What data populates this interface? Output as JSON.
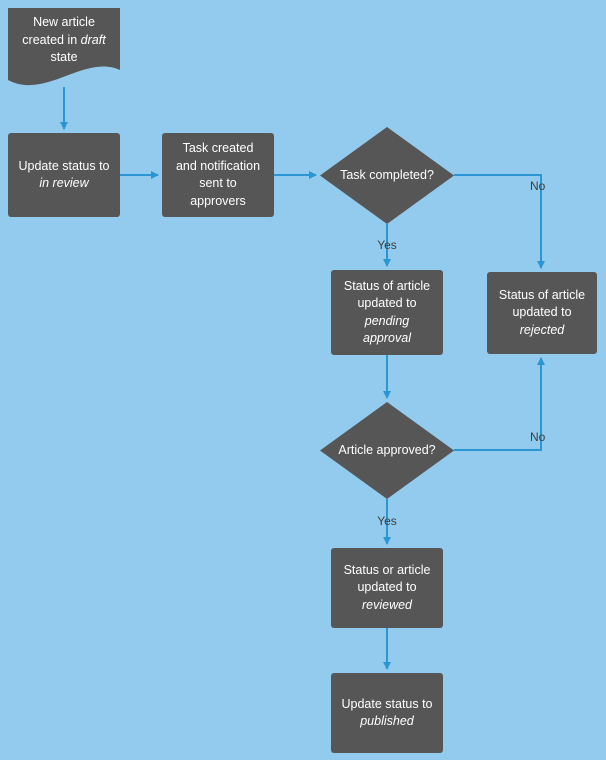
{
  "colors": {
    "background": "#92CBEE",
    "node_fill": "#565656",
    "node_text": "#FFFFFF",
    "arrow": "#2A96D4",
    "label_text": "#3D3D3D"
  },
  "diagram_type": "flowchart",
  "nodes": {
    "draft": {
      "shape": "document",
      "segments": [
        {
          "t": "New article"
        },
        {
          "br": true
        },
        {
          "t": "created in "
        },
        {
          "t": "draft",
          "i": true
        },
        {
          "br": true
        },
        {
          "t": "state"
        }
      ]
    },
    "in_review": {
      "shape": "rect",
      "segments": [
        {
          "t": "Update status to"
        },
        {
          "br": true
        },
        {
          "t": "in review",
          "i": true
        }
      ]
    },
    "task_created": {
      "shape": "rect",
      "segments": [
        {
          "t": "Task created"
        },
        {
          "br": true
        },
        {
          "t": "and notification"
        },
        {
          "br": true
        },
        {
          "t": "sent to"
        },
        {
          "br": true
        },
        {
          "t": "approvers"
        }
      ]
    },
    "task_completed": {
      "shape": "diamond",
      "segments": [
        {
          "t": "Task completed?"
        }
      ]
    },
    "pending_approval": {
      "shape": "rect",
      "segments": [
        {
          "t": "Status of article"
        },
        {
          "br": true
        },
        {
          "t": "updated to"
        },
        {
          "br": true
        },
        {
          "t": "pending",
          "i": true
        },
        {
          "br": true
        },
        {
          "t": "approval",
          "i": true
        }
      ]
    },
    "rejected": {
      "shape": "rect",
      "segments": [
        {
          "t": "Status of article"
        },
        {
          "br": true
        },
        {
          "t": "updated to"
        },
        {
          "br": true
        },
        {
          "t": "rejected",
          "i": true
        }
      ]
    },
    "article_approved": {
      "shape": "diamond",
      "segments": [
        {
          "t": "Article approved?"
        }
      ]
    },
    "reviewed": {
      "shape": "rect",
      "segments": [
        {
          "t": "Status or article"
        },
        {
          "br": true
        },
        {
          "t": "updated to"
        },
        {
          "br": true
        },
        {
          "t": "reviewed",
          "i": true
        }
      ]
    },
    "published": {
      "shape": "rect",
      "segments": [
        {
          "t": "Update status to"
        },
        {
          "br": true
        },
        {
          "t": "published",
          "i": true
        }
      ]
    }
  },
  "edge_labels": {
    "task_yes": "Yes",
    "task_no": "No",
    "approved_yes": "Yes",
    "approved_no": "No"
  }
}
